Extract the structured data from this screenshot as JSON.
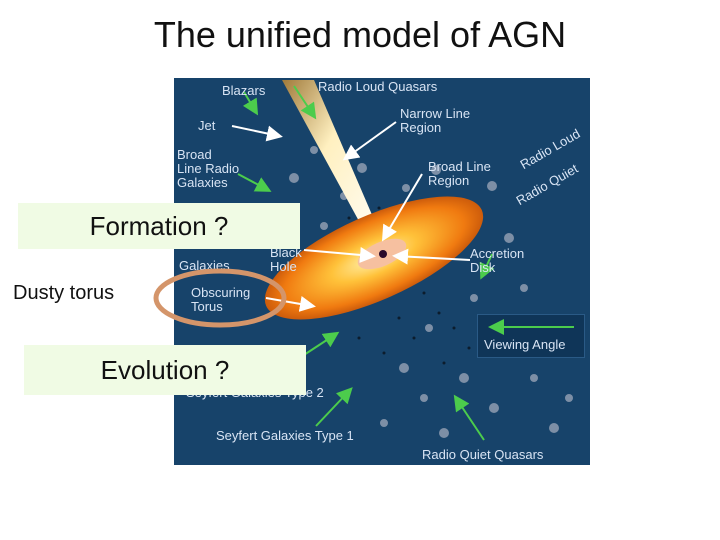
{
  "title": "The unified model of AGN",
  "overlays": {
    "formation": "Formation ?",
    "evolution": "Evolution ?",
    "dusty_torus": "Dusty torus"
  },
  "diagram_labels": {
    "blazars": "Blazars",
    "radio_loud_quasars": "Radio Loud Quasars",
    "jet": "Jet",
    "narrow_line_region": "Narrow Line\nRegion",
    "broad_line_radio_galaxies": "Broad\nLine Radio\nGalaxies",
    "radio_loud": "Radio Loud",
    "radio_quiet": "Radio Quiet",
    "broad_line_region": "Broad Line\nRegion",
    "black_hole": "Black\nHole",
    "accretion_disk": "Accretion\nDisk",
    "galaxies": "Galaxies",
    "obscuring_torus": "Obscuring\nTorus",
    "viewing_angle": "Viewing Angle",
    "seyfert_type_2": "Seyfert Galaxies Type 2",
    "seyfert_type_1": "Seyfert Galaxies Type 1",
    "radio_quiet_quasars": "Radio Quiet Quasars"
  },
  "colors": {
    "diagram_bg": "#17436a",
    "overlay_bg": "#f0fbe4",
    "torus_highlight": "#d4956a",
    "arrow_green": "#4ccc4c"
  }
}
